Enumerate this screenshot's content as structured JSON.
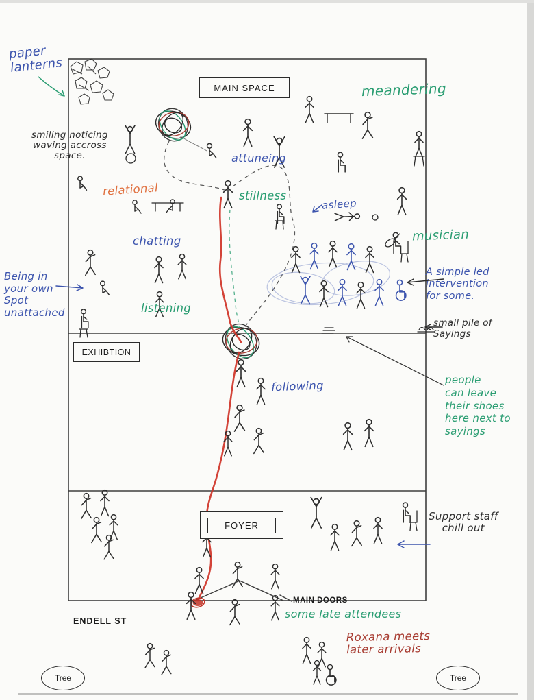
{
  "title": "Hand-drawn event venue plan sketch",
  "colors": {
    "ink_black": "#2e2e2e",
    "ink_blue": "#3d55ae",
    "ink_teal": "#2a9d72",
    "ink_orange": "#e0703f",
    "wool_red": "#cf3327",
    "ink_maroon": "#a83c32",
    "paper": "#fbfbf9"
  },
  "rooms": {
    "main_space": "MAIN SPACE",
    "exhibition": "EXHIBTION",
    "foyer": "FOYER",
    "main_doors": "MAIN DOORS",
    "street": "ENDELL ST",
    "tree_left": "Tree",
    "tree_right": "Tree"
  },
  "annotations": {
    "paper_lanterns": "paper\nlanterns",
    "meandering": "meandering",
    "smiling": "smiling noticing\nwaving accross\nspace.",
    "attuneing": "attuneing",
    "relational": "relational",
    "stillness": "stillness",
    "asleep": "asleep",
    "musician": "musician",
    "chatting": "chatting",
    "being_in_your_own_spot": "Being in\nyour own\nSpot\nunattached",
    "simple_led_intervention": "A simple led\nintervention\nfor some.",
    "listening": "listening",
    "small_pile_of_sayings": "small pile of\nSayings",
    "following": "following",
    "shoes_note": "people\ncan leave\ntheir shoes\nhere next to\nsayings",
    "support_staff": "Support staff\nchill out",
    "late_attendees": "some late attendees",
    "roxana": "Roxana meets\nlater arrivals"
  }
}
